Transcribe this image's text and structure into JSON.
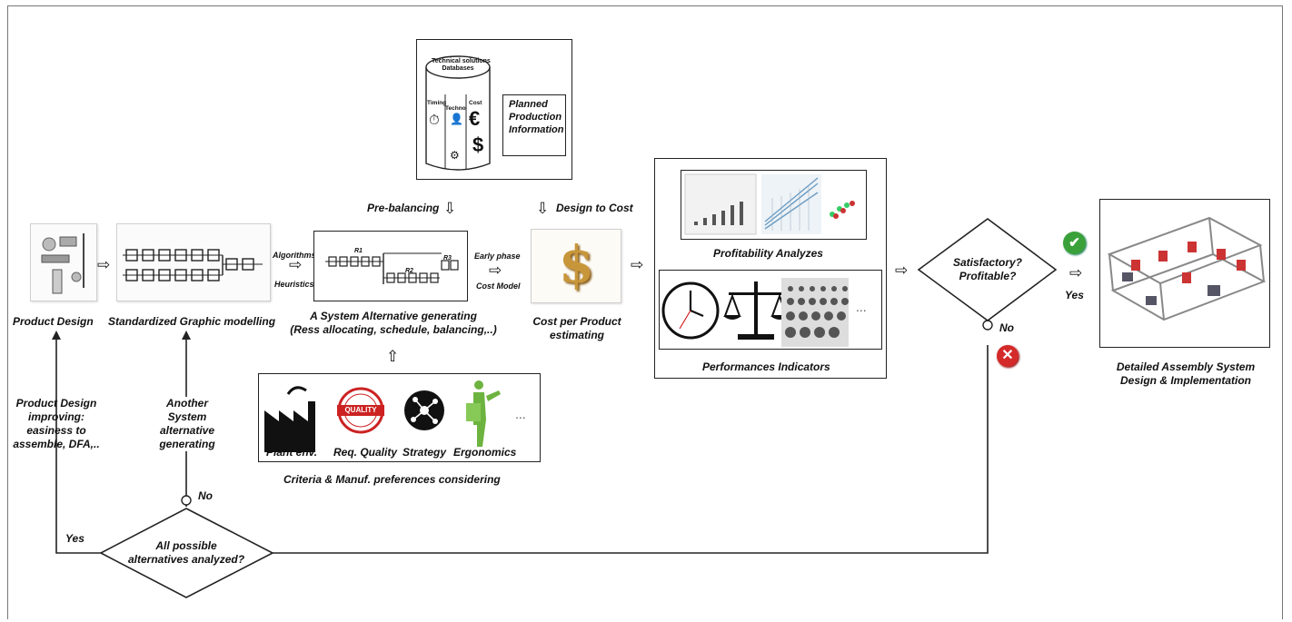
{
  "database": {
    "title_line1": "Technical solutions",
    "title_line2": "Databases",
    "col_timing": "Timing",
    "col_techno": "Techno",
    "col_cost": "Cost",
    "planned_line1": "Planned",
    "planned_line2": "Production",
    "planned_line3": "Information"
  },
  "steps": {
    "product_design": "Product Design",
    "graphic_modelling": "Standardized Graphic modelling",
    "alt_generating_line1": "A System Alternative generating",
    "alt_generating_line2": "(Ress allocating, schedule, balancing,..)",
    "cost_estimating_line1": "Cost per Product",
    "cost_estimating_line2": "estimating",
    "profitability": "Profitability Analyzes",
    "performance": "Performances Indicators",
    "detailed_line1": "Detailed Assembly System",
    "detailed_line2": "Design & Implementation"
  },
  "arrow_labels": {
    "algorithms": "Algorithms,",
    "heuristics": "Heuristics,..",
    "pre_balancing": "Pre-balancing",
    "design_to_cost": "Design to Cost",
    "early_phase": "Early phase",
    "cost_model": "Cost Model"
  },
  "resources": {
    "r1": "R1",
    "r2": "R2",
    "r3": "R3"
  },
  "criteria": {
    "plant": "Plant env.",
    "quality": "Req. Quality",
    "quality_stamp": "QUALITY",
    "strategy": "Strategy",
    "ergonomics": "Ergonomics",
    "more": "...",
    "caption": "Criteria & Manuf. preferences considering"
  },
  "decisions": {
    "satisfactory_line1": "Satisfactory?",
    "satisfactory_line2": "Profitable?",
    "yes": "Yes",
    "no": "No",
    "all_alt_line1": "All possible",
    "all_alt_line2": "alternatives analyzed?",
    "all_yes": "Yes",
    "all_no": "No"
  },
  "loops": {
    "pd_improving_line1": "Product Design",
    "pd_improving_line2": "improving:",
    "pd_improving_line3": "easiness to",
    "pd_improving_line4": "assemble, DFA,..",
    "another_line1": "Another",
    "another_line2": "System",
    "another_line3": "alternative",
    "another_line4": "generating"
  },
  "perf_more": "...",
  "icons": [
    "stopwatch-icon",
    "person-icon",
    "robot-icon",
    "euro-icon",
    "dollar-icon",
    "clock-icon",
    "scales-icon",
    "factory-icon",
    "strategy-icon",
    "worker-icon",
    "check-icon",
    "cross-icon"
  ],
  "colors": {
    "check_green": "#3aa13a",
    "cross_red": "#d42a2a",
    "dollar_gold": "#c8963a"
  }
}
